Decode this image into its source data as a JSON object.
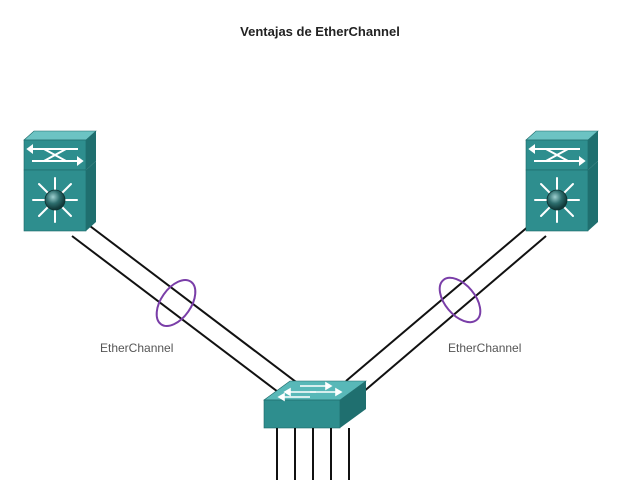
{
  "diagram": {
    "title": "Ventajas de EtherChannel",
    "labels": {
      "left_bundle": "EtherChannel",
      "right_bundle": "EtherChannel"
    },
    "devices": {
      "left_switch": "multilayer-switch-icon",
      "right_switch": "multilayer-switch-icon",
      "access_switch": "workgroup-switch-icon"
    },
    "colors": {
      "device_body": "#2e8e8e",
      "device_top": "#53b4b4",
      "device_dark": "#1c6868",
      "bundle_ring": "#7a3ea8",
      "link": "#111111"
    }
  }
}
